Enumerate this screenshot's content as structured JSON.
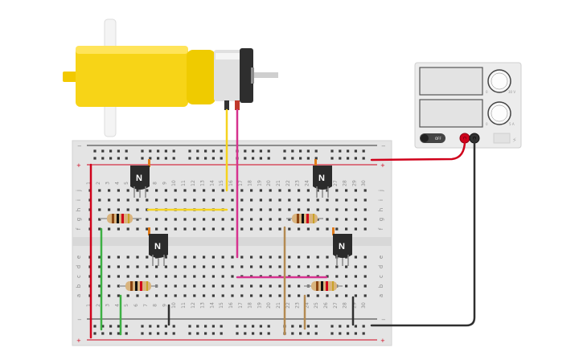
{
  "breadboard": {
    "rows_top": [
      "j",
      "i",
      "h",
      "g",
      "f"
    ],
    "rows_bottom": [
      "e",
      "d",
      "c",
      "b",
      "a"
    ],
    "columns": [
      "1",
      "2",
      "3",
      "4",
      "5",
      "6",
      "7",
      "8",
      "9",
      "10",
      "11",
      "12",
      "13",
      "14",
      "15",
      "16",
      "17",
      "18",
      "19",
      "20",
      "21",
      "22",
      "23",
      "24",
      "25",
      "26",
      "27",
      "28",
      "29",
      "30"
    ],
    "rail_plus": "+",
    "rail_minus": "−",
    "colors": {
      "body": "#e4e4e4",
      "rail_red": "#d0021b",
      "rail_black": "#333333",
      "hole": "#3a3a3a"
    }
  },
  "transistors": [
    {
      "id": "q1",
      "label": "N"
    },
    {
      "id": "q2",
      "label": "N"
    },
    {
      "id": "q3",
      "label": "N"
    },
    {
      "id": "q4",
      "label": "N"
    }
  ],
  "power_supply": {
    "switch_label": "OFF",
    "knob_top_labels": [
      "0",
      "30 V"
    ],
    "knob_bottom_labels": [
      "0",
      "5 A"
    ]
  },
  "motor": {
    "body_color": "#f7d417",
    "shaft_color": "#f2f2f2"
  },
  "wire_colors": {
    "yellow": "#f5d31f",
    "pink": "#d6338f",
    "green": "#3cb043",
    "brown": "#b38a52",
    "black": "#2f2f2f",
    "red": "#d0021b"
  }
}
